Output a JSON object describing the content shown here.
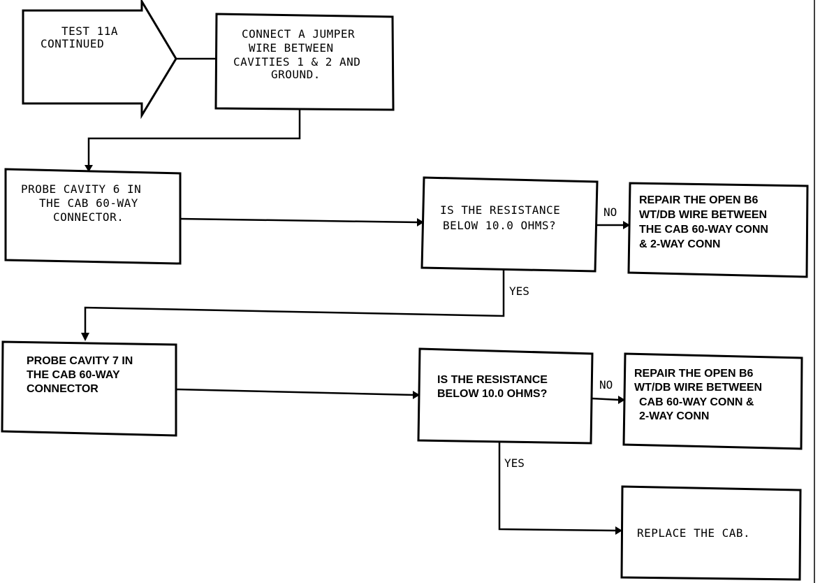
{
  "start": {
    "lines": [
      "TEST 11A",
      "CONTINUED"
    ]
  },
  "step1": {
    "lines": [
      "CONNECT A JUMPER",
      "WIRE BETWEEN",
      "CAVITIES 1 & 2 AND",
      "GROUND."
    ]
  },
  "step2": {
    "lines": [
      "PROBE CAVITY 6 IN",
      "THE CAB 60-WAY",
      "CONNECTOR."
    ]
  },
  "decision1": {
    "lines": [
      "IS THE RESISTANCE",
      "BELOW 10.0 OHMS?"
    ]
  },
  "repair1": {
    "lines": [
      "REPAIR THE OPEN B6",
      "WT/DB WIRE BETWEEN",
      "THE CAB 60-WAY CONN",
      "& 2-WAY CONN"
    ]
  },
  "step3": {
    "lines": [
      "PROBE CAVITY 7 IN",
      "THE CAB 60-WAY",
      "CONNECTOR"
    ]
  },
  "decision2": {
    "lines": [
      "IS THE RESISTANCE",
      "BELOW 10.0 OHMS?"
    ]
  },
  "repair2": {
    "lines": [
      "REPAIR THE OPEN B6",
      "WT/DB WIRE BETWEEN",
      "CAB 60-WAY CONN &",
      "2-WAY CONN"
    ]
  },
  "replace": {
    "lines": [
      "REPLACE THE CAB."
    ]
  },
  "labels": {
    "no": "NO",
    "yes": "YES"
  }
}
